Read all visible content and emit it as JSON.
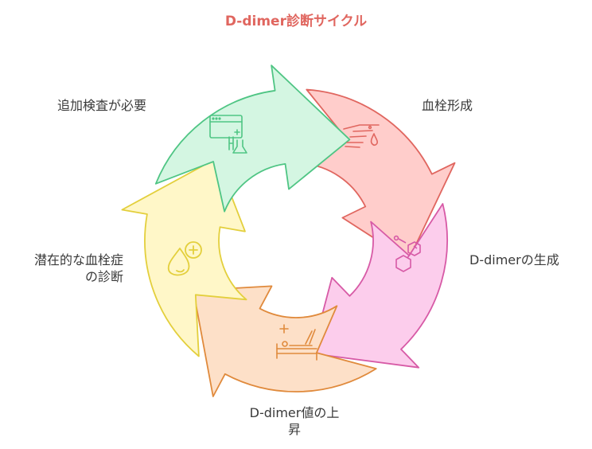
{
  "title": "D-dimer診断サイクル",
  "colors": {
    "title": "#e0665f",
    "label": "#3a3a3a"
  },
  "steps": [
    {
      "label": "血栓形成",
      "icon": "blood-drop-hand-icon",
      "fill": "#ffcdcb",
      "stroke": "#e0665f"
    },
    {
      "label": "D-dimerの生成",
      "icon": "molecule-icon",
      "fill": "#fccdec",
      "stroke": "#d75aa6"
    },
    {
      "label": "D-dimer値の上\n昇",
      "icon": "hospital-bed-icon",
      "fill": "#fde0c8",
      "stroke": "#e08a3c"
    },
    {
      "label": "潜在的な血栓症\nの診断",
      "icon": "drop-plus-icon",
      "fill": "#fff7c8",
      "stroke": "#e3cf3c"
    },
    {
      "label": "追加検査が必要",
      "icon": "lab-test-icon",
      "fill": "#d4f6e2",
      "stroke": "#4fc584"
    }
  ]
}
